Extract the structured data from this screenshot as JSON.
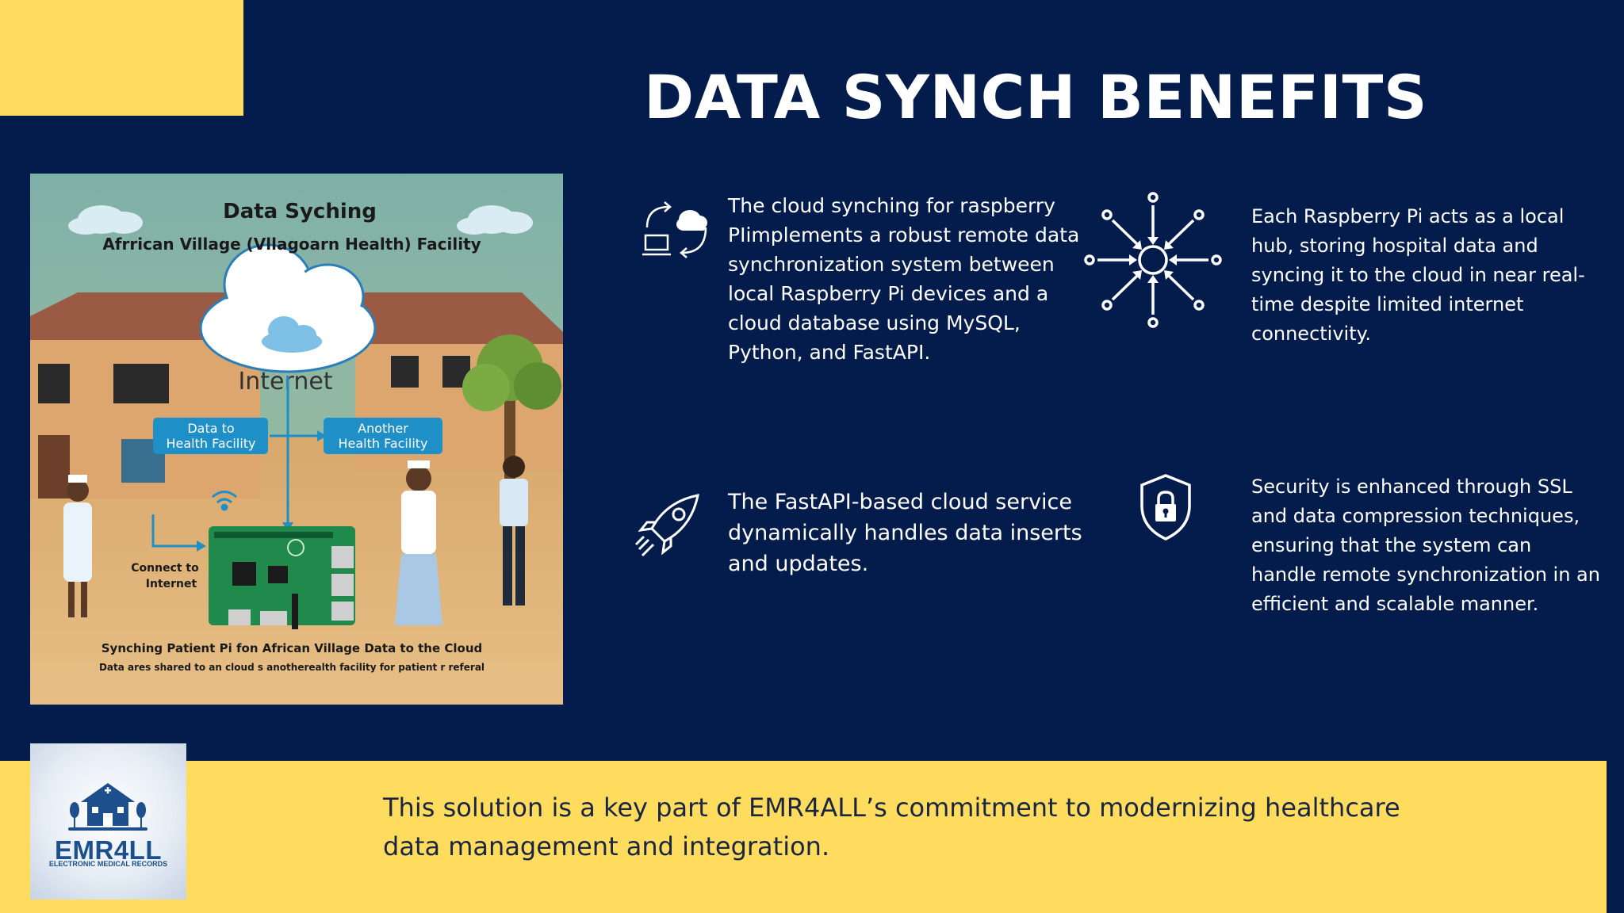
{
  "title": "DATA SYNCH BENEFITS",
  "illustration": {
    "heading": "Data Syching",
    "subheading": "Afrrican Village (Vllagoarn Health) Facility",
    "cloud_label": "Internet",
    "box_left": [
      "Data to",
      "Health Facility"
    ],
    "box_right": [
      "Another",
      "Health Facility"
    ],
    "connect_label": [
      "Connect to",
      "Internet"
    ],
    "caption": "Synching Patient Pi fon African Village Data to the Cloud",
    "subcaption": "Data ares shared to an cloud s anotherealth facility for patient r referal"
  },
  "benefits": [
    {
      "icon": "cloud-sync-icon",
      "text": "The cloud synching for raspberry PIimplements a robust remote data synchronization system between local Raspberry Pi devices and a cloud database using MySQL, Python, and FastAPI."
    },
    {
      "icon": "network-hub-icon",
      "text": "Each Raspberry Pi acts as a local hub, storing hospital data and syncing it to the cloud in near real-time despite limited internet connectivity."
    },
    {
      "icon": "rocket-icon",
      "text": "The FastAPI-based cloud service dynamically handles data inserts and updates."
    },
    {
      "icon": "shield-lock-icon",
      "text": "Security is enhanced through SSL and data compression techniques, ensuring that the system can handle remote synchronization in an efficient and scalable manner."
    }
  ],
  "footer": {
    "text": "This solution is a key part of EMR4ALL’s commitment to modernizing healthcare data management and integration."
  },
  "logo": {
    "word": "EMR4LL",
    "sub": "ELECTRONIC MEDICAL RECORDS"
  },
  "colors": {
    "background": "#041c4c",
    "accent": "#ffdc5e",
    "text": "#ffffff"
  }
}
